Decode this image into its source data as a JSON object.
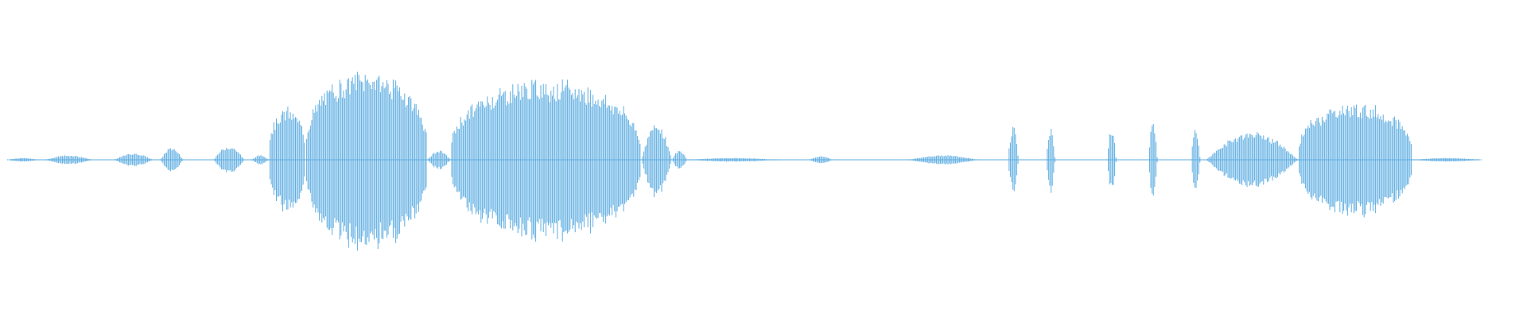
{
  "waveform": {
    "color": "#5dade2",
    "amplitude_max": 1.0,
    "segments": [
      {
        "start": 0.005,
        "end": 0.025,
        "level": 0.02
      },
      {
        "start": 0.03,
        "end": 0.06,
        "level": 0.05
      },
      {
        "start": 0.075,
        "end": 0.1,
        "level": 0.07
      },
      {
        "start": 0.105,
        "end": 0.12,
        "level": 0.13
      },
      {
        "start": 0.14,
        "end": 0.16,
        "level": 0.15
      },
      {
        "start": 0.165,
        "end": 0.176,
        "level": 0.05
      },
      {
        "start": 0.176,
        "end": 0.2,
        "level": 0.55
      },
      {
        "start": 0.2,
        "end": 0.28,
        "level": 0.95
      },
      {
        "start": 0.28,
        "end": 0.295,
        "level": 0.1
      },
      {
        "start": 0.295,
        "end": 0.42,
        "level": 0.85
      },
      {
        "start": 0.42,
        "end": 0.44,
        "level": 0.4
      },
      {
        "start": 0.44,
        "end": 0.45,
        "level": 0.1
      },
      {
        "start": 0.45,
        "end": 0.51,
        "level": 0.02
      },
      {
        "start": 0.53,
        "end": 0.545,
        "level": 0.04
      },
      {
        "start": 0.595,
        "end": 0.64,
        "level": 0.05
      },
      {
        "start": 0.66,
        "end": 0.667,
        "level": 0.35
      },
      {
        "start": 0.685,
        "end": 0.691,
        "level": 0.35
      },
      {
        "start": 0.725,
        "end": 0.731,
        "level": 0.35
      },
      {
        "start": 0.752,
        "end": 0.758,
        "level": 0.4
      },
      {
        "start": 0.78,
        "end": 0.786,
        "level": 0.35
      },
      {
        "start": 0.79,
        "end": 0.85,
        "level": 0.3
      },
      {
        "start": 0.85,
        "end": 0.925,
        "level": 0.6
      },
      {
        "start": 0.925,
        "end": 0.97,
        "level": 0.02
      }
    ]
  }
}
